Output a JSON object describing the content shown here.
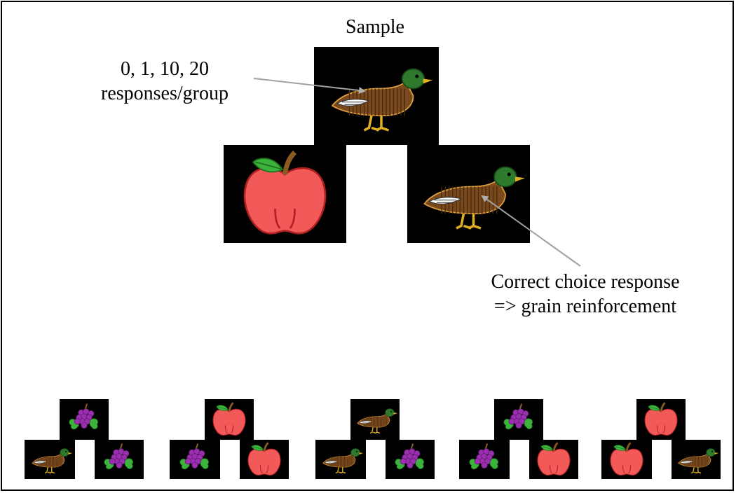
{
  "labels": {
    "sample": "Sample",
    "responses_line1": "0, 1, 10, 20",
    "responses_line2": "responses/group",
    "correct_line1": "Correct choice response",
    "correct_line2": "=> grain reinforcement"
  },
  "main_display": {
    "sample": "duck-icon",
    "left_choice": "apple-icon",
    "right_choice": "duck-icon"
  },
  "trial_examples": [
    {
      "sample": "grapes-icon",
      "left": "duck-icon",
      "right": "grapes-icon"
    },
    {
      "sample": "apple-icon",
      "left": "grapes-icon",
      "right": "apple-icon"
    },
    {
      "sample": "duck-icon",
      "left": "duck-icon",
      "right": "grapes-icon"
    },
    {
      "sample": "grapes-icon",
      "left": "grapes-icon",
      "right": "apple-icon"
    },
    {
      "sample": "apple-icon",
      "left": "apple-icon",
      "right": "duck-icon"
    }
  ],
  "colors": {
    "tile_background": "#000000",
    "arrow": "#a0a0a0",
    "apple": "#f25a5a",
    "leaf": "#3cb43c",
    "grapes": "#9b2fb0",
    "duck_body": "#7a4a1e",
    "duck_head": "#2d7a2d",
    "duck_bill": "#e0b020"
  }
}
